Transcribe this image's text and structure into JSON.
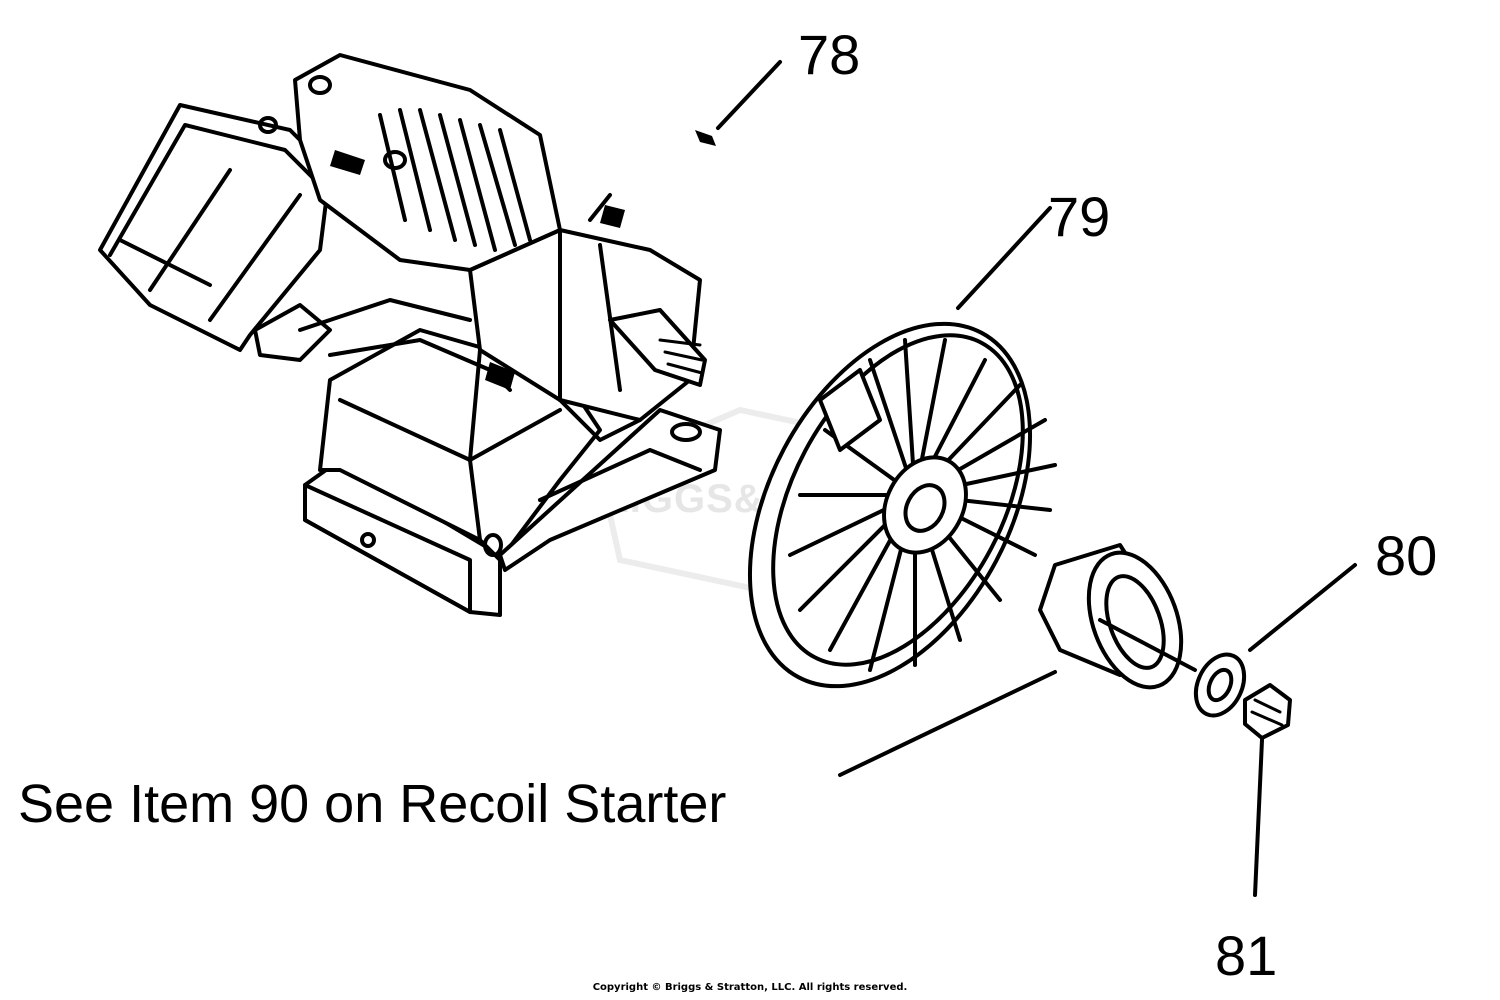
{
  "callouts": {
    "c78": "78",
    "c79": "79",
    "c80": "80",
    "c81": "81"
  },
  "note": "See Item 90 on Recoil Starter",
  "watermark": "BRIGGS&STRATTON",
  "copyright": "Copyright © Briggs & Stratton, LLC. All rights reserved."
}
